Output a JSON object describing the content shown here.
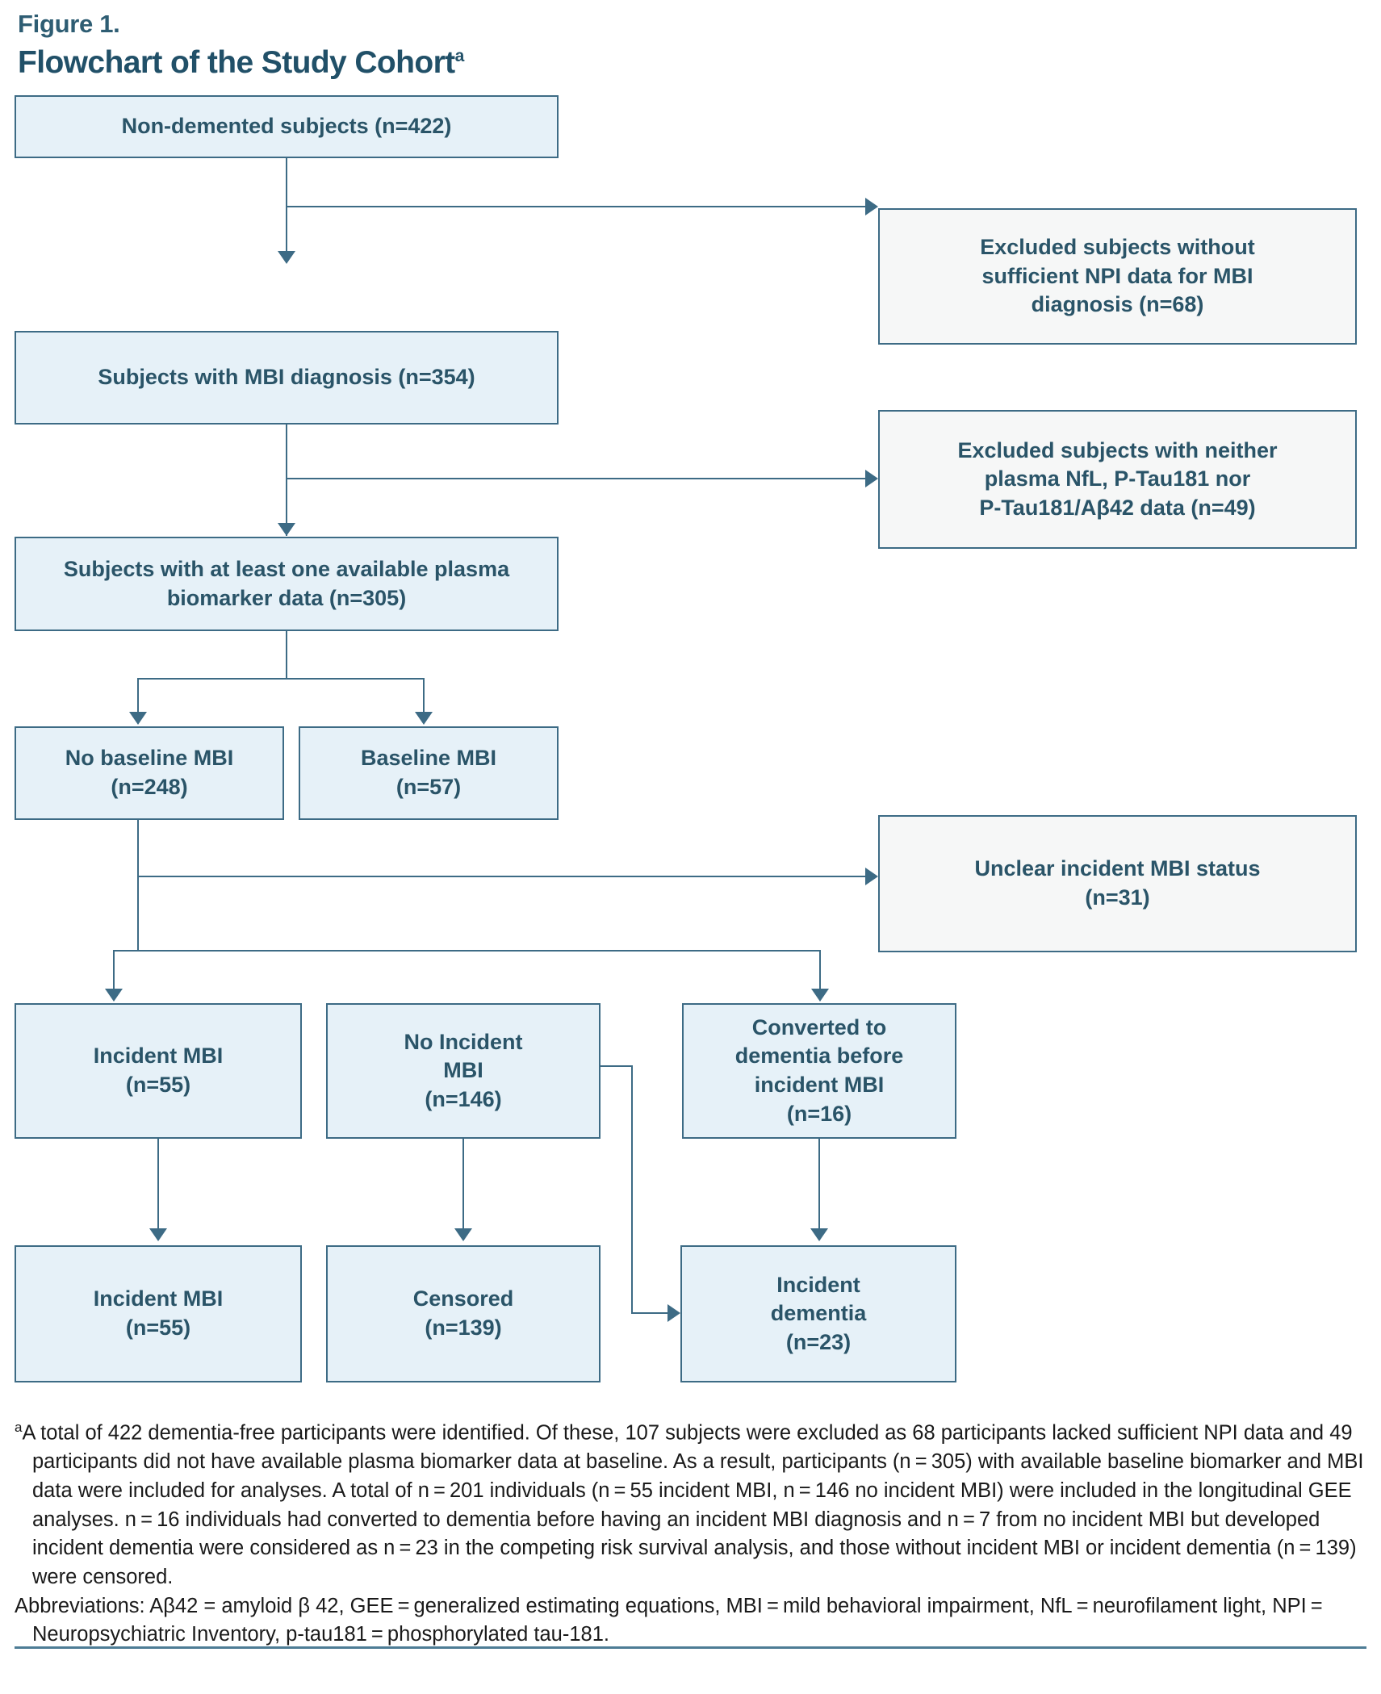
{
  "figure": {
    "label": "Figure 1.",
    "title": "Flowchart of the Study Cohort",
    "title_superscript": "a"
  },
  "colors": {
    "primary_text": "#2a5468",
    "heading": "#215068",
    "box_border": "#3d6b85",
    "box_fill_included": "#e6f1f8",
    "box_fill_excluded": "#f6f7f7",
    "rule": "#4d7c95"
  },
  "chart_data": {
    "type": "flowchart",
    "title": "Flowchart of the Study Cohort",
    "nodes": [
      {
        "id": "n1",
        "label": "Non-demented subjects (n=422)",
        "n": 422,
        "kind": "included"
      },
      {
        "id": "x1",
        "label": "Excluded subjects without sufficient NPI data for MBI diagnosis (n=68)",
        "n": 68,
        "kind": "excluded"
      },
      {
        "id": "n2",
        "label": "Subjects with MBI diagnosis (n=354)",
        "n": 354,
        "kind": "included"
      },
      {
        "id": "x2",
        "label": "Excluded subjects with neither plasma NfL, P-Tau181 nor P-Tau181/Aβ42 data (n=49)",
        "n": 49,
        "kind": "excluded"
      },
      {
        "id": "n3",
        "label": "Subjects with at least one available plasma biomarker data (n=305)",
        "n": 305,
        "kind": "included"
      },
      {
        "id": "n4",
        "label": "No baseline MBI (n=248)",
        "n": 248,
        "kind": "included"
      },
      {
        "id": "n5",
        "label": "Baseline MBI (n=57)",
        "n": 57,
        "kind": "included"
      },
      {
        "id": "x3",
        "label": "Unclear incident MBI status (n=31)",
        "n": 31,
        "kind": "excluded"
      },
      {
        "id": "n6",
        "label": "Incident MBI (n=55)",
        "n": 55,
        "kind": "included"
      },
      {
        "id": "n7",
        "label": "No Incident MBI (n=146)",
        "n": 146,
        "kind": "included"
      },
      {
        "id": "n8",
        "label": "Converted to dementia before incident MBI (n=16)",
        "n": 16,
        "kind": "included"
      },
      {
        "id": "n9",
        "label": "Incident MBI (n=55)",
        "n": 55,
        "kind": "included"
      },
      {
        "id": "n10",
        "label": "Censored (n=139)",
        "n": 139,
        "kind": "included"
      },
      {
        "id": "n11",
        "label": "Incident dementia (n=23)",
        "n": 23,
        "kind": "included"
      }
    ],
    "edges": [
      {
        "from": "n1",
        "to": "x1"
      },
      {
        "from": "n1",
        "to": "n2"
      },
      {
        "from": "n2",
        "to": "x2"
      },
      {
        "from": "n2",
        "to": "n3"
      },
      {
        "from": "n3",
        "to": "n4"
      },
      {
        "from": "n3",
        "to": "n5"
      },
      {
        "from": "n4",
        "to": "x3"
      },
      {
        "from": "n4",
        "to": "n6"
      },
      {
        "from": "n4",
        "to": "n8"
      },
      {
        "from": "n6",
        "to": "n9"
      },
      {
        "from": "n7",
        "to": "n10"
      },
      {
        "from": "n7",
        "to": "n11"
      },
      {
        "from": "n8",
        "to": "n11"
      }
    ]
  },
  "boxes": {
    "non_demented": {
      "line1": "Non-demented subjects (n=422)"
    },
    "excluded_npi": {
      "line1": "Excluded subjects without",
      "line2": "sufficient NPI data for MBI",
      "line3": "diagnosis (n=68)"
    },
    "mbi_diagnosis": {
      "line1": "Subjects with MBI diagnosis (n=354)"
    },
    "excluded_plasma": {
      "line1": "Excluded subjects with neither",
      "line2": "plasma NfL, P-Tau181 nor",
      "line3": "P-Tau181/Aβ42 data (n=49)"
    },
    "plasma_biomarker": {
      "line1": "Subjects with at least one available plasma",
      "line2": "biomarker data (n=305)"
    },
    "no_baseline_mbi": {
      "line1": "No baseline MBI",
      "line2": "(n=248)"
    },
    "baseline_mbi": {
      "line1": "Baseline MBI",
      "line2": "(n=57)"
    },
    "unclear_incident": {
      "line1": "Unclear incident MBI status",
      "line2": "(n=31)"
    },
    "incident_mbi": {
      "line1": "Incident MBI",
      "line2": "(n=55)"
    },
    "no_incident_mbi": {
      "line1": "No Incident",
      "line2": "MBI",
      "line3": "(n=146)"
    },
    "converted_dementia": {
      "line1": "Converted to",
      "line2": "dementia before",
      "line3": "incident MBI",
      "line4": "(n=16)"
    },
    "incident_mbi_final": {
      "line1": "Incident MBI",
      "line2": "(n=55)"
    },
    "censored": {
      "line1": "Censored",
      "line2": "(n=139)"
    },
    "incident_dementia": {
      "line1": "Incident",
      "line2": "dementia",
      "line3": "(n=23)"
    }
  },
  "footnote": {
    "marker": "a",
    "body": "A total of 422 dementia-free participants were identified. Of these, 107 subjects were excluded as 68 participants lacked sufficient NPI data and 49 participants did not have available plasma biomarker data at baseline. As a result, participants (n = 305) with available baseline biomarker and MBI data were included for analyses. A total of n = 201 individuals (n = 55 incident MBI, n = 146 no incident MBI) were included in the longitudinal GEE analyses. n = 16 individuals had converted to dementia before having an incident MBI diagnosis and n = 7 from no incident MBI but developed incident dementia were considered as n = 23 in the competing risk survival analysis, and those without incident MBI or incident dementia (n = 139) were censored.",
    "abbreviations": "Abbreviations: Aβ42 = amyloid β 42, GEE = generalized estimating equations, MBI = mild behavioral impairment, NfL = neurofilament light, NPI = Neuropsychiatric Inventory, p-tau181 = phosphorylated tau-181."
  }
}
